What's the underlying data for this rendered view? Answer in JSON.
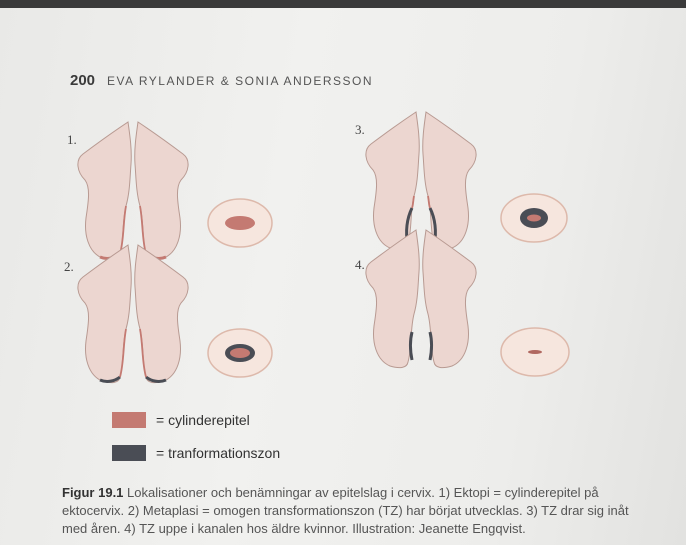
{
  "header": {
    "page_number": "200",
    "running_head": "EVA RYLANDER & SONIA ANDERSSON"
  },
  "figure": {
    "panels": [
      {
        "label": "1.",
        "stage": "ektopi"
      },
      {
        "label": "2.",
        "stage": "metaplasi"
      },
      {
        "label": "3.",
        "stage": "tz-drar-sig-inat"
      },
      {
        "label": "4.",
        "stage": "tz-uppe-i-kanalen"
      }
    ],
    "legend": [
      {
        "text": "= cylinderepitel",
        "color": "#c47a72"
      },
      {
        "text": "= tranformationszon",
        "color": "#4a4d55"
      }
    ]
  },
  "caption": {
    "label": "Figur 19.1",
    "text": "Lokalisationer och benämningar av epitelslag i cervix. 1) Ektopi = cylinderepitel på ektocervix. 2) Metaplasi = omogen transformationszon (TZ) har börjat utvecklas. 3) TZ drar sig inåt med åren. 4) TZ uppe i kanalen hos äldre kvinnor. Illustration: Jeanette Engqvist."
  },
  "colors": {
    "tissue": "#ecd6d0",
    "tissue_stroke": "#b89a92",
    "cylinderepitel": "#c47a72",
    "transformationszon": "#4a4d55"
  }
}
